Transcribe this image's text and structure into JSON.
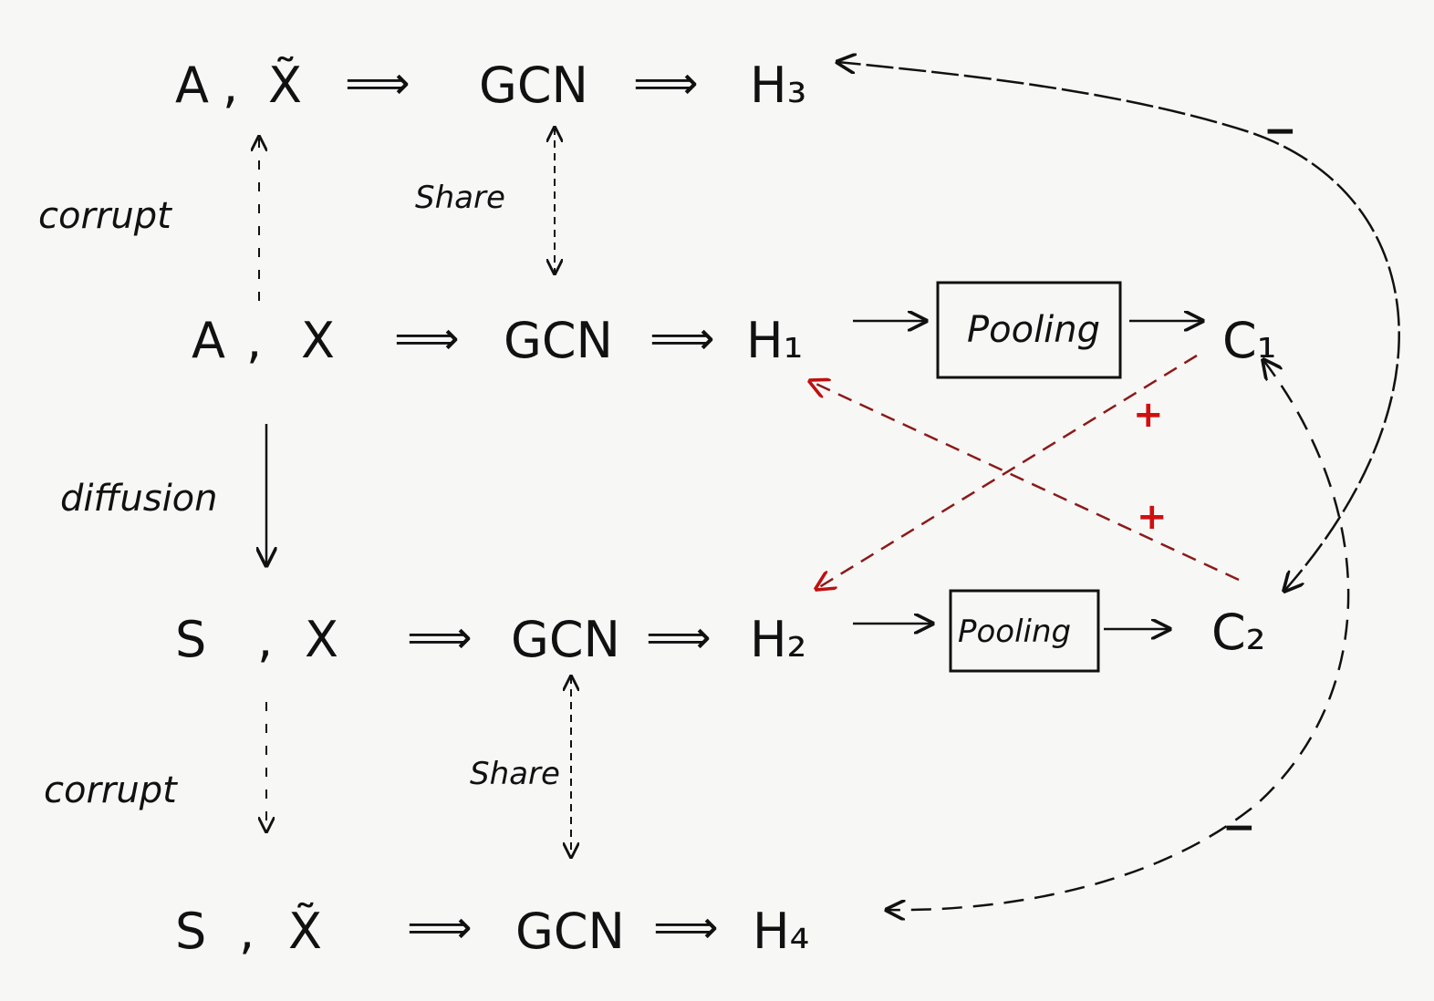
{
  "rows": [
    {
      "input_left": "A",
      "input_right": "X̃",
      "gcn": "GCN",
      "output": "H₃"
    },
    {
      "input_left": "A",
      "input_right": "X",
      "gcn": "GCN",
      "output": "H₁"
    },
    {
      "input_left": "S",
      "input_right": "X",
      "gcn": "GCN",
      "output": "H₂"
    },
    {
      "input_left": "S",
      "input_right": "X̃",
      "gcn": "GCN",
      "output": "H₄"
    }
  ],
  "separator": ",",
  "double_arrow": "⟹",
  "labels": {
    "corrupt_top": "corrupt",
    "diffusion": "diffusion",
    "corrupt_bottom": "corrupt",
    "share_top": "Share",
    "share_bottom": "Share"
  },
  "pooling": {
    "top": "Pooling",
    "bottom": "Pooling"
  },
  "summaries": {
    "c1": "C₁",
    "c2": "C₂"
  },
  "signs": {
    "plus_top": "+",
    "plus_bottom": "+",
    "minus_top": "−",
    "minus_bottom": "−"
  },
  "colors": {
    "ink": "#111111",
    "positive": "#8b1a1a",
    "plus_sign": "#d01010"
  }
}
